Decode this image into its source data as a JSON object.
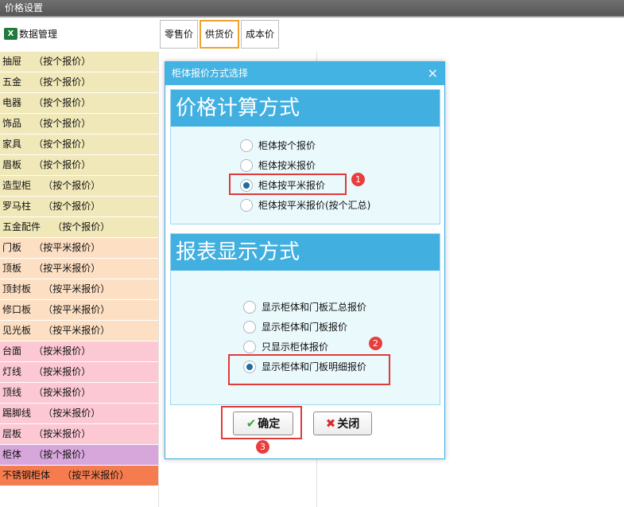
{
  "window": {
    "title": "价格设置"
  },
  "toolbar": {
    "data_mgmt_label": "数据管理",
    "excel_icon": "X"
  },
  "categories": [
    {
      "label": "抽屉    （按个报价）",
      "color": "#f0e8b8"
    },
    {
      "label": "五金    （按个报价）",
      "color": "#f0e8b8"
    },
    {
      "label": "电器    （按个报价）",
      "color": "#f0e8b8"
    },
    {
      "label": "饰品    （按个报价）",
      "color": "#f0e8b8"
    },
    {
      "label": "家具    （按个报价）",
      "color": "#f0e8b8"
    },
    {
      "label": "眉板    （按个报价）",
      "color": "#f0e8b8"
    },
    {
      "label": "造型柜    （按个报价）",
      "color": "#f0e8b8"
    },
    {
      "label": "罗马柱    （按个报价）",
      "color": "#f0e8b8"
    },
    {
      "label": "五金配件    （按个报价）",
      "color": "#f0e8b8"
    },
    {
      "label": "门板    （按平米报价）",
      "color": "#fde0c4"
    },
    {
      "label": "顶板    （按平米报价）",
      "color": "#fde0c4"
    },
    {
      "label": "顶封板    （按平米报价）",
      "color": "#fde0c4"
    },
    {
      "label": "修口板    （按平米报价）",
      "color": "#fde0c4"
    },
    {
      "label": "见光板    （按平米报价）",
      "color": "#fde0c4"
    },
    {
      "label": "台面    （按米报价）",
      "color": "#fbc8d4"
    },
    {
      "label": "灯线    （按米报价）",
      "color": "#fbc8d4"
    },
    {
      "label": "顶线    （按米报价）",
      "color": "#fbc8d4"
    },
    {
      "label": "踢脚线    （按米报价）",
      "color": "#fbc8d4"
    },
    {
      "label": "层板    （按米报价）",
      "color": "#fbc8d4"
    },
    {
      "label": "柜体    （按个报价）",
      "color": "#d7a7dc"
    },
    {
      "label": "不锈钢柜体    （按平米报价）",
      "color": "#f47c4f"
    }
  ],
  "tabs": [
    {
      "label": "零售价",
      "active": false
    },
    {
      "label": "供货价",
      "active": true
    },
    {
      "label": "成本价",
      "active": false
    }
  ],
  "dialog": {
    "title": "柜体报价方式选择",
    "close_icon": "✕",
    "price_section": {
      "header": "价格计算方式",
      "options": [
        {
          "label": "柜体按个报价",
          "checked": false
        },
        {
          "label": "柜体按米报价",
          "checked": false
        },
        {
          "label": "柜体按平米报价",
          "checked": true
        },
        {
          "label": "柜体按平米报价(按个汇总)",
          "checked": false
        }
      ]
    },
    "report_section": {
      "header": "报表显示方式",
      "options": [
        {
          "label": "显示柜体和门板汇总报价",
          "checked": false
        },
        {
          "label": "显示柜体和门板报价",
          "checked": false
        },
        {
          "label": "只显示柜体报价",
          "checked": false
        },
        {
          "label": "显示柜体和门板明细报价",
          "checked": true
        }
      ]
    },
    "ok_label": "确定",
    "close_label": "关闭",
    "ok_icon": "✔",
    "close_btn_icon": "✖"
  },
  "annotations": {
    "badge1": "1",
    "badge2": "2",
    "badge3": "3",
    "color": "#e03a3a"
  }
}
